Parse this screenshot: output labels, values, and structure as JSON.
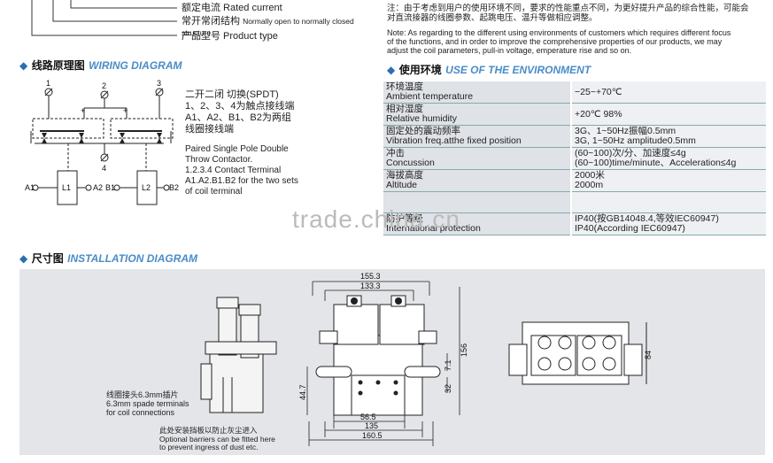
{
  "legend_top": {
    "rated_current": "额定电流 Rated current",
    "structure_cn": "常开常闭结构",
    "structure_en": "Normally open to normally closed structure",
    "model": "产品型号 Product type"
  },
  "note": {
    "cn_line1": "注：由于考虑到用户的使用环境不同，要求的性能重点不同，为更好提升产品的综合性能，可能会",
    "cn_line2": "对直流接器的线圈参数、起跳电压、温升等做相应调整。",
    "en_line1": "Note: As regarding to the different using environments of customers which requires  different focus",
    "en_line2": "of  the functions, and in order to improve the comprehensive properties of our products, we may",
    "en_line3": "adjust the coil parameters, pull-in voltage, emperature rise and so on."
  },
  "wiring": {
    "title_cn": "线路原理图",
    "title_en": "WIRING DIAGRAM",
    "desc_cn1": "二开二闭  切换(SPDT)",
    "desc_cn2": "1、2、3、4为触点接线端",
    "desc_cn3": "A1、A2、B1、B2为两组",
    "desc_cn4": "线圈接线端",
    "desc_en1": "Paired Single Pole Double",
    "desc_en2": "Throw Contactor.",
    "desc_en3": "1.2.3.4 Contact Terminal",
    "desc_en4": "A1.A2.B1.B2 for the two sets",
    "desc_en5": "of coil terminal",
    "labels": {
      "t1": "1",
      "t2": "2",
      "t3": "3",
      "t4": "4",
      "plus1": "+",
      "plus2": "+",
      "a1": "A1",
      "a2": "A2",
      "b1": "B1",
      "b2": "B2",
      "l1": "L1",
      "l2": "L2"
    }
  },
  "environment": {
    "title_cn": "使用环境",
    "title_en": "USE OF THE ENVIRONMENT",
    "rows": [
      {
        "k1": "环境温度",
        "k2": "Ambient temperature",
        "v1": "−25~+70℃",
        "v2": ""
      },
      {
        "k1": "相对湿度",
        "k2": "Relative humidity",
        "v1": "+20℃  98%",
        "v2": ""
      },
      {
        "k1": "固定处的震动频率",
        "k2": "Vibration freq.atthe fixed position",
        "v1": "3G、1~50Hz振幅0.5mm",
        "v2": "3G, 1~50Hz amplitude0.5mm"
      },
      {
        "k1": "冲击",
        "k2": "Concussion",
        "v1": "(60~100)次/分、加速度≤4g",
        "v2": "(60~100)time/minute、Acceleration≤4g"
      },
      {
        "k1": "海拔高度",
        "k2": "Altitude",
        "v1": "2000米",
        "v2": "2000m"
      },
      {
        "k1": "",
        "k2": "",
        "v1": "",
        "v2": ""
      },
      {
        "k1": "防护等级",
        "k2": "International protection",
        "v1": "IP40(按GB14048.4,等效IEC60947)",
        "v2": "IP40(According IEC60947)"
      }
    ]
  },
  "watermark": "trade.china.cn",
  "installation": {
    "title_cn": "尺寸图",
    "title_en": "INSTALLATION DIAGRAM",
    "coil_note_cn": "线圈接头6.3mm插片",
    "coil_note_en1": "6.3mm  spade terminals",
    "coil_note_en2": "for coil connections",
    "barrier_cn": "此处安装挡板以防止灰尘进入",
    "barrier_en1": "Optional barriers can be fitted here",
    "barrier_en2": "to prevent ingress of dust etc.",
    "dims": {
      "d155": "155.3",
      "d133": "133.3",
      "d156": "156",
      "d7": "7.1",
      "d32": "32",
      "d44": "44.7",
      "d56": "56.5",
      "d135": "135",
      "d160": "160.5",
      "d84": "84"
    }
  }
}
